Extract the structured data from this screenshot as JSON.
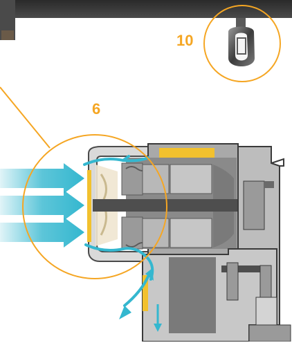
{
  "callouts": [
    {
      "number": "10",
      "subject": "mounting-ring"
    },
    {
      "number": "6",
      "subject": "cooling-fan"
    }
  ],
  "colors": {
    "callout": "#f5a623",
    "airflow": "#34b7cf",
    "housing_dark": "#555555",
    "housing_mid": "#8c8c8c",
    "housing_light": "#c6c6c6",
    "accent_yellow": "#f2c12e",
    "bracket_top": "#3a3a3a"
  }
}
